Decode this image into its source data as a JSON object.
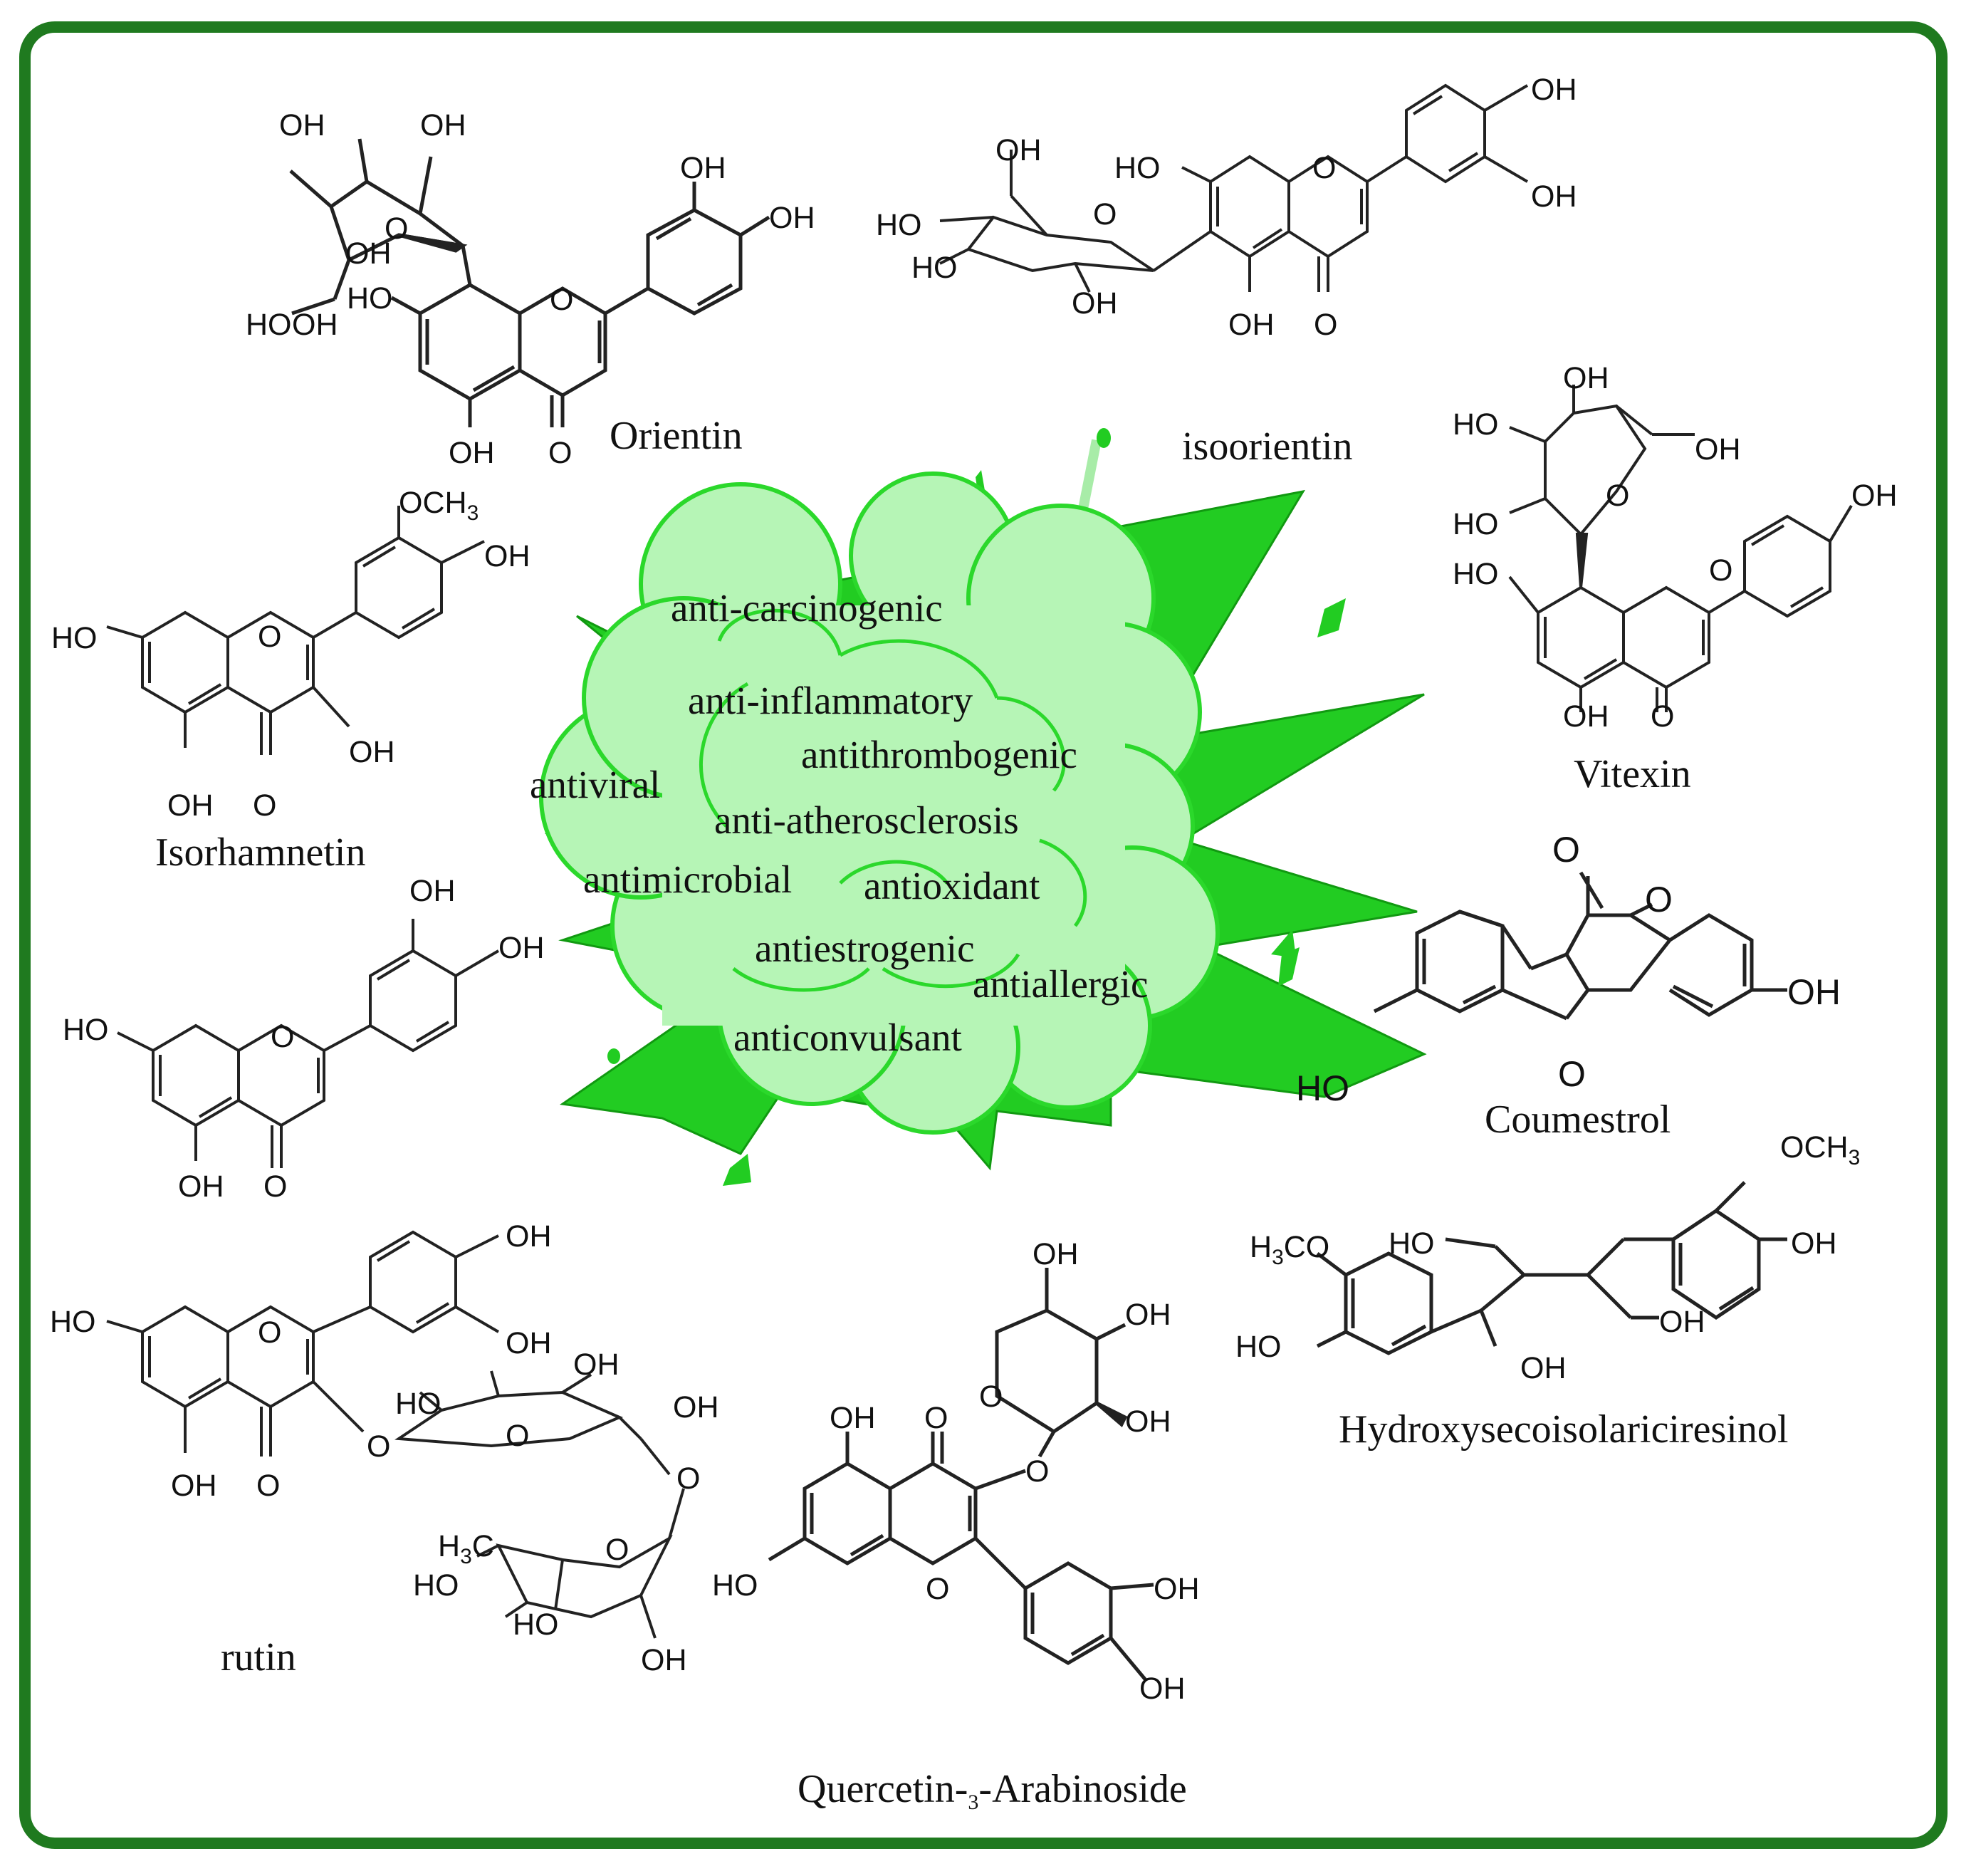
{
  "colors": {
    "frame": "#1f7a1f",
    "burst": "#22cc22",
    "cloud_fill": "#b6f5b6",
    "cloud_stroke": "#33dd33",
    "ink": "#111111"
  },
  "center": {
    "activities": [
      "anti-carcinogenic",
      "anti-inflammatory",
      "antithrombogenic",
      "antiviral",
      "anti-atherosclerosis",
      "antimicrobial",
      "antioxidant",
      "antiestrogenic",
      "antiallergic",
      "anticonvulsant"
    ]
  },
  "compounds": {
    "orientin": {
      "name": "Orientin",
      "labels": [
        "OH",
        "OH",
        "O",
        "OH",
        "HO",
        "HO",
        "OH",
        "O",
        "OH",
        "OH",
        "OH",
        "O"
      ]
    },
    "isoorientin": {
      "name": "isoorientin",
      "labels": [
        "OH",
        "OH",
        "HO",
        "O",
        "OH",
        "HO",
        "O",
        "HO",
        "OH",
        "OH",
        "O"
      ]
    },
    "vitexin": {
      "name": "Vitexin",
      "labels": [
        "OH",
        "HO",
        "O",
        "OH",
        "HO",
        "OH",
        "HO",
        "O",
        "OH",
        "O"
      ]
    },
    "isorhamnetin": {
      "name": "Isorhamnetin",
      "labels": [
        "OCH3",
        "OH",
        "HO",
        "O",
        "OH",
        "OH",
        "O"
      ]
    },
    "luteolin": {
      "name": "",
      "labels": [
        "OH",
        "OH",
        "HO",
        "O",
        "OH",
        "O"
      ]
    },
    "coumestrol": {
      "name": "Coumestrol",
      "labels": [
        "O",
        "O",
        "OH",
        "HO",
        "O"
      ]
    },
    "hydroxysecoisolariciresinol": {
      "name": "Hydroxysecoisolariciresinol",
      "labels": [
        "OCH3",
        "H3CO",
        "HO",
        "OH",
        "HO",
        "OH",
        "OH"
      ]
    },
    "rutin": {
      "name": "rutin",
      "labels": [
        "OH",
        "HO",
        "O",
        "OH",
        "OH",
        "O",
        "HO",
        "OH",
        "O",
        "OH",
        "O",
        "H3C",
        "O",
        "HO",
        "HO",
        "OH",
        "O"
      ]
    },
    "quercetin_3_arabinoside": {
      "name": "Quercetin-3-Arabinoside",
      "labels": [
        "OH",
        "OH",
        "O",
        "OH",
        "OH",
        "O",
        "O",
        "HO",
        "O",
        "OH",
        "OH"
      ]
    }
  }
}
